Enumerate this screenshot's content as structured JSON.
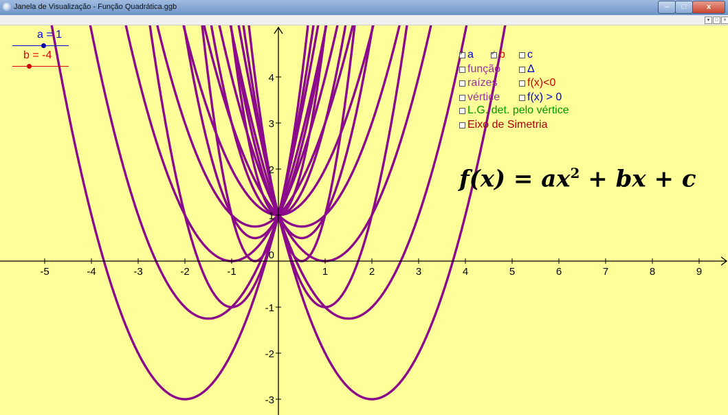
{
  "window": {
    "title": "Janela de Visualização - Função Quadrática.ggb",
    "minimize_label": "–",
    "maximize_label": "□",
    "close_label": "x",
    "view_buttons": [
      "▾",
      "□",
      "×"
    ]
  },
  "sliders": [
    {
      "label": "a = 1",
      "color": "#0000ee"
    },
    {
      "label": "b = -4",
      "color": "#dd0000"
    }
  ],
  "checkboxes": [
    {
      "label": "a",
      "checked": true,
      "color": "#0000cc"
    },
    {
      "label": "b",
      "checked": true,
      "color": "#dd0000"
    },
    {
      "label": "c",
      "checked": false,
      "color": "#0000cc"
    },
    {
      "label": "função",
      "checked": false,
      "color": "#993399"
    },
    {
      "label": "Δ",
      "checked": false,
      "color": "#0000cc"
    },
    {
      "label": "raízes",
      "checked": false,
      "color": "#993399"
    },
    {
      "label": "f(x)<0",
      "checked": false,
      "color": "#cc0000"
    },
    {
      "label": "vértice",
      "checked": false,
      "color": "#993399"
    },
    {
      "label": "f(x) > 0",
      "checked": false,
      "color": "#0000cc"
    },
    {
      "label": "L.G. det. pelo vértice",
      "checked": false,
      "color": "#009900"
    },
    {
      "label": "Eixo de Simetria",
      "checked": false,
      "color": "#aa0000"
    }
  ],
  "formula": {
    "lhs": "f(x) = ax",
    "exp": "2",
    "rhs": " + bx + c"
  },
  "colors": {
    "background": "#ffff99",
    "curve": "#8b0a8b",
    "axis": "#000000"
  },
  "chart_data": {
    "type": "line",
    "xlim": [
      -5.8,
      9.7
    ],
    "ylim": [
      -3.4,
      5.0
    ],
    "x_ticks": [
      -5,
      -4,
      -3,
      -2,
      -1,
      1,
      2,
      3,
      4,
      5,
      6,
      7,
      8,
      9
    ],
    "y_ticks": [
      -3,
      -2,
      -1,
      1,
      2,
      3,
      4
    ],
    "origin_label": "0",
    "grid": false,
    "series": [
      {
        "a": 1,
        "b": -4,
        "c": 1
      },
      {
        "a": 1,
        "b": -3,
        "c": 1
      },
      {
        "a": 1,
        "b": -2,
        "c": 1
      },
      {
        "a": 1,
        "b": -1,
        "c": 1
      },
      {
        "a": 1,
        "b": 0,
        "c": 1
      },
      {
        "a": 1,
        "b": 1,
        "c": 1
      },
      {
        "a": 1,
        "b": 2,
        "c": 1
      },
      {
        "a": 1,
        "b": 3,
        "c": 1
      },
      {
        "a": 1,
        "b": 4,
        "c": 1
      },
      {
        "a": 2,
        "b": -4,
        "c": 1
      },
      {
        "a": 2,
        "b": -2,
        "c": 1
      },
      {
        "a": 2,
        "b": 0,
        "c": 1
      },
      {
        "a": 2,
        "b": 2,
        "c": 1
      },
      {
        "a": 2,
        "b": 4,
        "c": 1
      },
      {
        "a": 4,
        "b": -4,
        "c": 1
      },
      {
        "a": 4,
        "b": 0,
        "c": 1
      },
      {
        "a": 4,
        "b": 4,
        "c": 1
      }
    ]
  }
}
